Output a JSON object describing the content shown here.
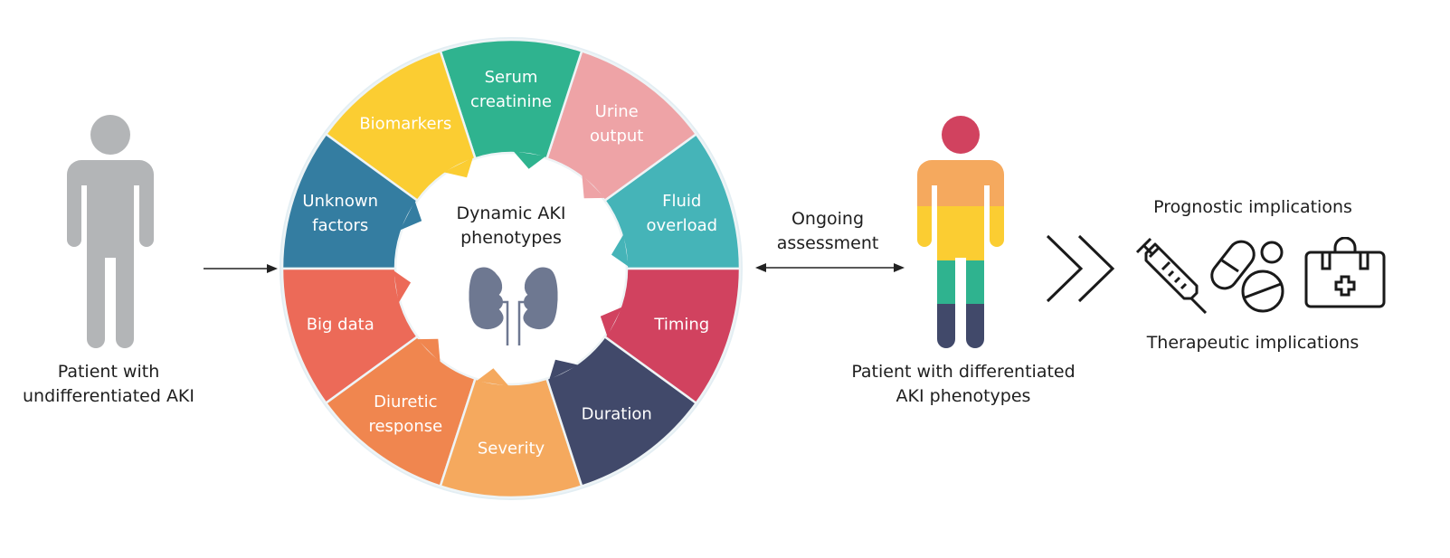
{
  "left_patient": {
    "label_line1": "Patient with",
    "label_line2": "undifferentiated AKI",
    "color": "#b3b5b7"
  },
  "wheel": {
    "center_title_line1": "Dynamic AKI",
    "center_title_line2": "phenotypes",
    "kidney_color": "#6e7891",
    "segments": [
      {
        "line1": "Fluid",
        "line2": "overload",
        "color": "#45b4b8"
      },
      {
        "line1": "Urine",
        "line2": "output",
        "color": "#eea3a6"
      },
      {
        "line1": "Serum",
        "line2": "creatinine",
        "color": "#2fb38f"
      },
      {
        "line1": "Biomarkers",
        "line2": "",
        "color": "#fbcd32"
      },
      {
        "line1": "Unknown",
        "line2": "factors",
        "color": "#347da1"
      },
      {
        "line1": "Big data",
        "line2": "",
        "color": "#ec6a58"
      },
      {
        "line1": "Diuretic",
        "line2": "response",
        "color": "#f0864f"
      },
      {
        "line1": "Severity",
        "line2": "",
        "color": "#f5a95e"
      },
      {
        "line1": "Duration",
        "line2": "",
        "color": "#41496a"
      },
      {
        "line1": "Timing",
        "line2": "",
        "color": "#d1425f"
      }
    ]
  },
  "assessment": {
    "label_line1": "Ongoing",
    "label_line2": "assessment"
  },
  "right_patient": {
    "label_line1": "Patient with differentiated",
    "label_line2": "AKI phenotypes",
    "head_color": "#d1425f",
    "bands": [
      "#f5a95e",
      "#fbcd32",
      "#2fb38f",
      "#41496a"
    ]
  },
  "implications": {
    "top_label": "Prognostic implications",
    "bottom_label": "Therapeutic implications",
    "icons": [
      "syringe-icon",
      "pills-icon",
      "medical-kit-icon"
    ]
  }
}
